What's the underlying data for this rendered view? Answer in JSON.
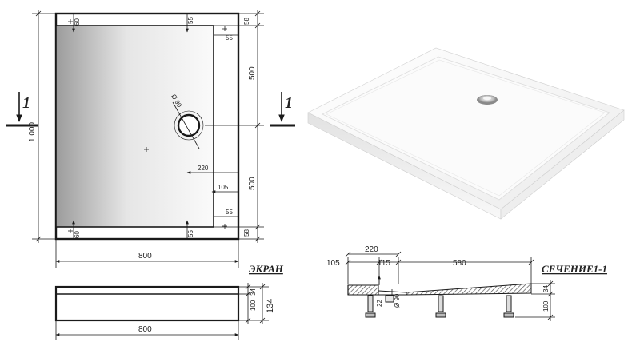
{
  "plan": {
    "dim_60_top": "60",
    "dim_55_top": "55",
    "dim_58_top": "58",
    "dim_55_right_top": "55",
    "dim_500_top": "500",
    "dim_1000": "1 000",
    "dim_diam_90": "Ø 90",
    "dim_220": "220",
    "dim_105": "105",
    "dim_500_bottom": "500",
    "dim_55_right_bottom": "55",
    "dim_58_bottom": "58",
    "dim_60_bottom": "60",
    "dim_55_bottom": "55",
    "dim_800": "800",
    "section_mark_left": "1",
    "section_mark_right": "1"
  },
  "screen": {
    "title": "ЭКРАН",
    "dim_34": "34",
    "dim_100": "100",
    "dim_134": "134",
    "dim_800": "800"
  },
  "section": {
    "title": "СЕЧЕНИЕ1-1",
    "dim_105": "105",
    "dim_220": "220",
    "dim_115": "115",
    "dim_580": "580",
    "dim_22": "22",
    "dim_diam_90": "Ø 90",
    "dim_34": "34",
    "dim_100": "100"
  },
  "colors": {
    "line": "#1a1a1a",
    "tray_fill_light": "#f4f4f4",
    "tray_fill_dark": "#9a9a9a",
    "hatch": "#555555"
  }
}
